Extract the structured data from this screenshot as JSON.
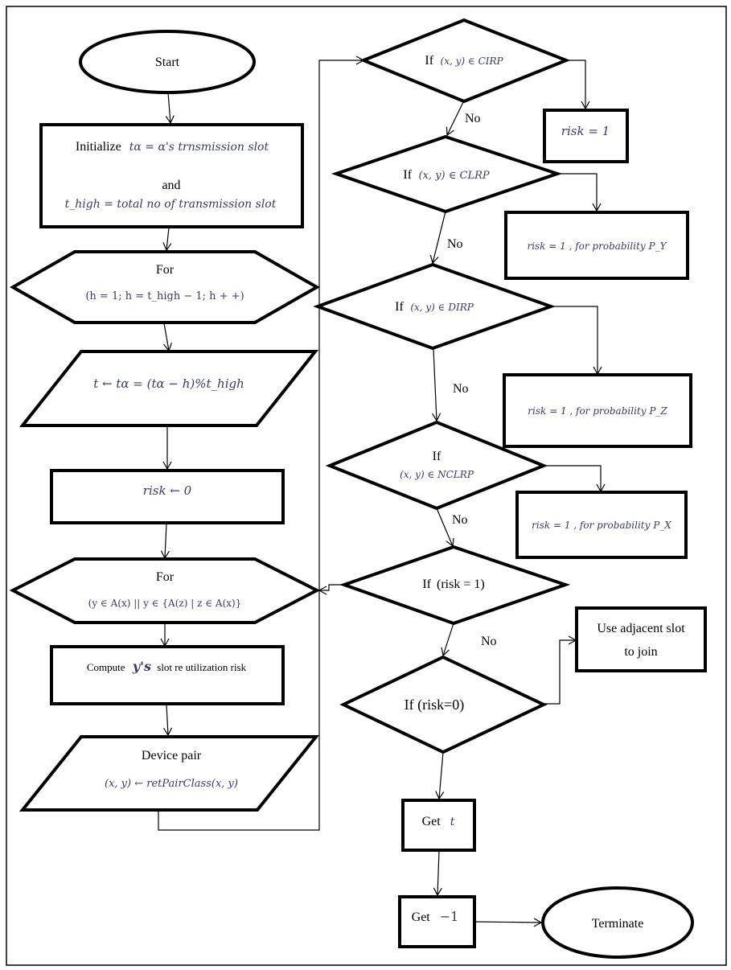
{
  "diagram": {
    "type": "flowchart",
    "nodes": {
      "start": {
        "shape": "terminator",
        "label": "Start"
      },
      "init": {
        "shape": "process",
        "line1_prefix": "Initialize",
        "line1_math": "tα = α's trnsmission slot",
        "line2": "and",
        "line3_math": "t_high = total no of transmission slot"
      },
      "for_h": {
        "shape": "preparation",
        "label": "For",
        "expr": "(h = 1; h = t_high − 1; h + +)"
      },
      "assign_t": {
        "shape": "data",
        "expr": "t ← tα = (tα − h)%t_high"
      },
      "risk_init": {
        "shape": "process",
        "expr": "risk ← 0"
      },
      "for_y": {
        "shape": "preparation",
        "label": "For",
        "expr": "(y ∈ A(x) || y ∈ {A(z) | z ∈ A(x)}"
      },
      "compute": {
        "shape": "process",
        "prefix": "Compute",
        "math": "y's",
        "suffix": "slot re utilization risk"
      },
      "device_pair": {
        "shape": "data",
        "label": "Device pair",
        "expr": "(x, y) ← retPairClass(x, y)"
      },
      "if_cirp": {
        "shape": "decision",
        "prefix": "If",
        "expr": "(x, y) ∈ CIRP"
      },
      "risk_cirp": {
        "shape": "process",
        "expr": "risk = 1"
      },
      "if_clrp": {
        "shape": "decision",
        "prefix": "If",
        "expr": "(x, y) ∈ CLRP"
      },
      "risk_clrp": {
        "shape": "process",
        "expr": "risk = 1 , for probability P_Y"
      },
      "if_dirp": {
        "shape": "decision",
        "prefix": "If",
        "expr": "(x, y) ∈ DIRP"
      },
      "risk_dirp": {
        "shape": "process",
        "expr": "risk = 1 , for probability P_Z"
      },
      "if_nclrp": {
        "shape": "decision",
        "prefix": "If",
        "expr": "(x, y) ∈ NCLRP"
      },
      "risk_nclrp": {
        "shape": "process",
        "expr": "risk = 1 , for probability P_X"
      },
      "if_risk1": {
        "shape": "decision",
        "prefix": "If",
        "expr": "(risk = 1)"
      },
      "if_risk0": {
        "shape": "decision",
        "label": "If (risk=0)"
      },
      "adjacent": {
        "shape": "process",
        "line1": "Use adjacent slot",
        "line2": "to join"
      },
      "get_t": {
        "shape": "process",
        "prefix": "Get",
        "math": "t"
      },
      "get_neg1": {
        "shape": "process",
        "prefix": "Get",
        "math": "−1"
      },
      "terminate": {
        "shape": "terminator",
        "label": "Terminate"
      }
    },
    "edge_labels": {
      "no_cirp": "No",
      "no_clrp": "No",
      "no_dirp": "No",
      "no_nclrp": "No",
      "no_risk1": "No"
    },
    "edges": [
      [
        "start",
        "init"
      ],
      [
        "init",
        "for_h"
      ],
      [
        "for_h",
        "assign_t"
      ],
      [
        "assign_t",
        "risk_init"
      ],
      [
        "risk_init",
        "for_y"
      ],
      [
        "for_y",
        "compute"
      ],
      [
        "compute",
        "device_pair"
      ],
      [
        "device_pair",
        "if_cirp"
      ],
      [
        "if_cirp",
        "risk_cirp"
      ],
      [
        "if_cirp",
        "if_clrp",
        "No"
      ],
      [
        "if_clrp",
        "risk_clrp"
      ],
      [
        "if_clrp",
        "if_dirp",
        "No"
      ],
      [
        "if_dirp",
        "risk_dirp"
      ],
      [
        "if_dirp",
        "if_nclrp",
        "No"
      ],
      [
        "if_nclrp",
        "risk_nclrp"
      ],
      [
        "if_nclrp",
        "if_risk1",
        "No"
      ],
      [
        "if_risk1",
        "for_y"
      ],
      [
        "if_risk1",
        "if_risk0",
        "No"
      ],
      [
        "if_risk0",
        "adjacent"
      ],
      [
        "if_risk0",
        "get_t"
      ],
      [
        "get_t",
        "get_neg1"
      ],
      [
        "get_neg1",
        "terminate"
      ]
    ]
  }
}
